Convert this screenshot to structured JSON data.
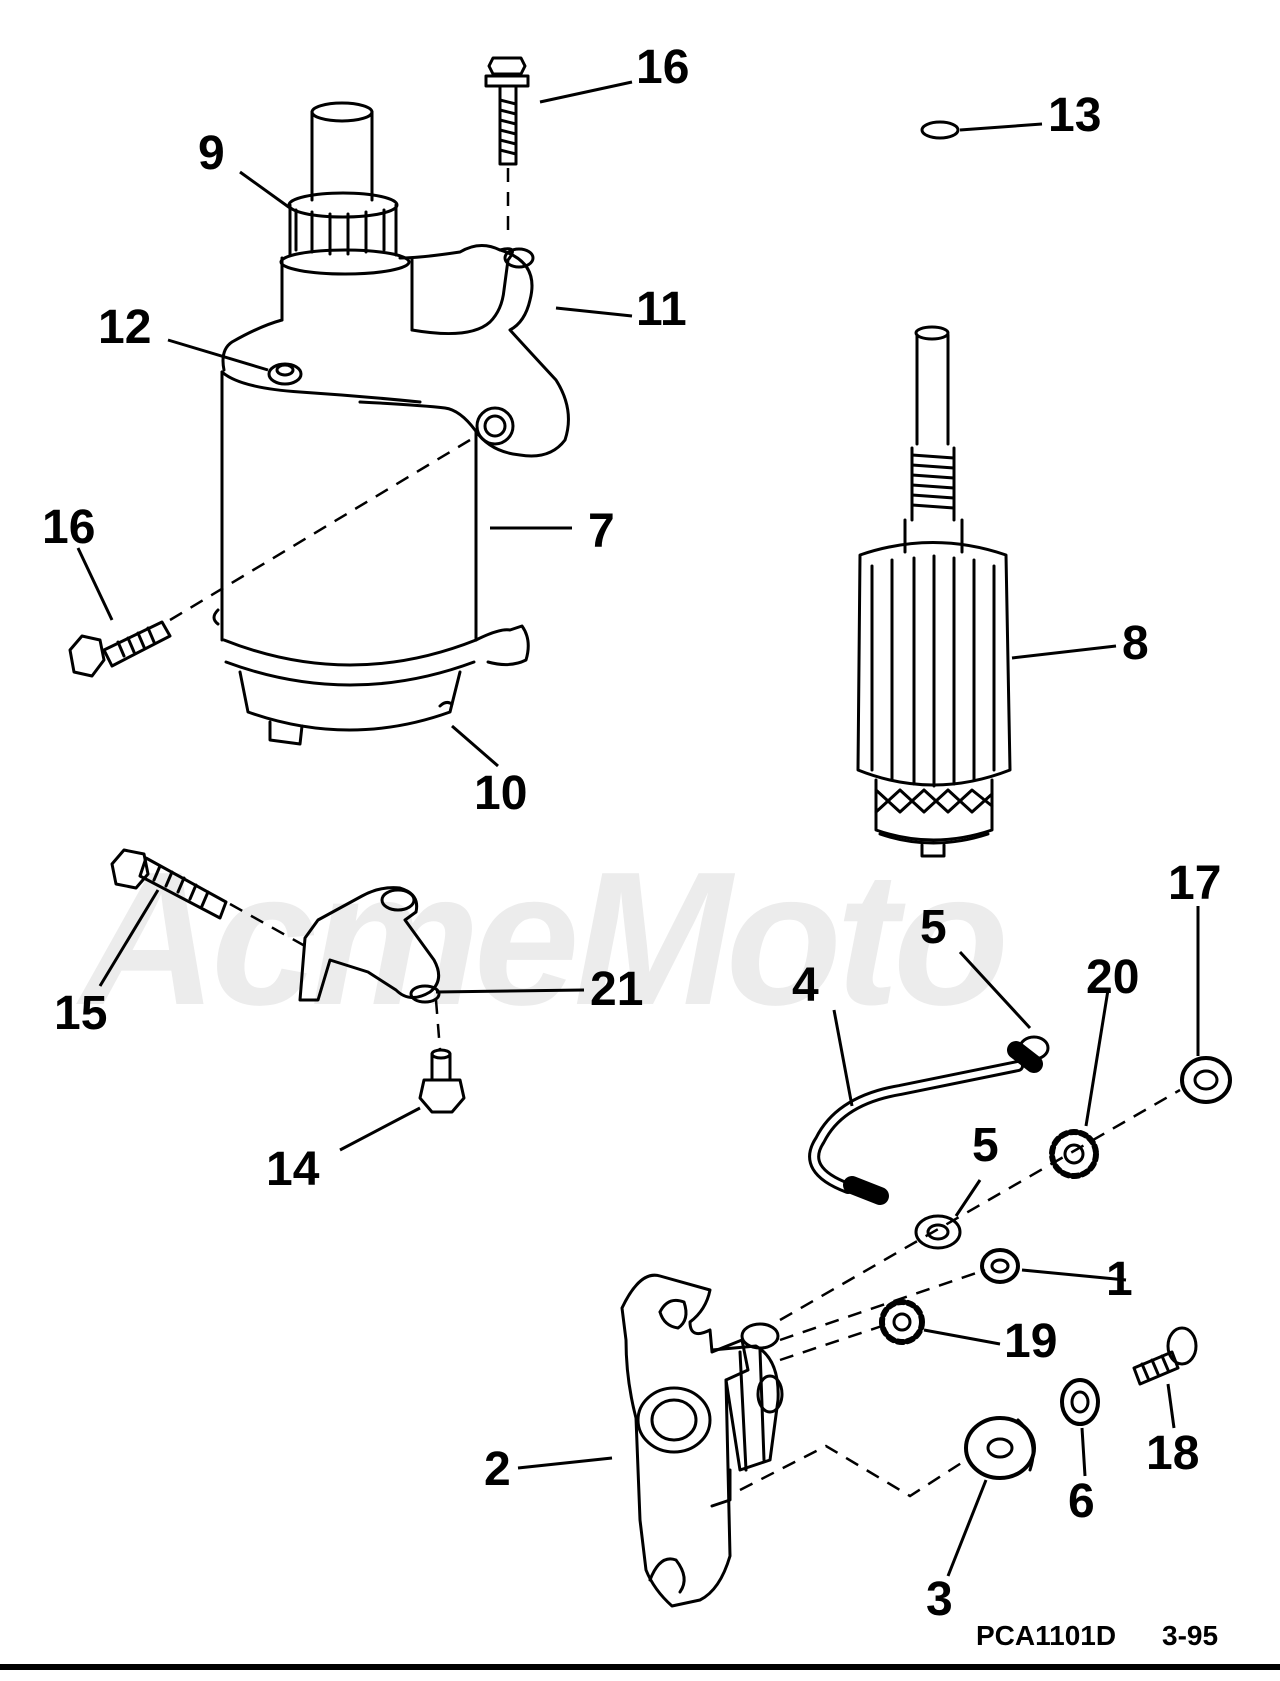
{
  "watermark": "AcmeMoto",
  "callouts": {
    "c1": "1",
    "c2": "2",
    "c3": "3",
    "c4": "4",
    "c5a": "5",
    "c5b": "5",
    "c6": "6",
    "c7": "7",
    "c8": "8",
    "c9": "9",
    "c10": "10",
    "c11": "11",
    "c12": "12",
    "c13": "13",
    "c14": "14",
    "c15": "15",
    "c16a": "16",
    "c16b": "16",
    "c17": "17",
    "c18": "18",
    "c19": "19",
    "c20": "20",
    "c21": "21"
  },
  "footer": {
    "part_code": "PCA1101D",
    "date": "3-95"
  },
  "colors": {
    "line": "#000000",
    "background": "#ffffff",
    "watermark": "#ececec"
  }
}
